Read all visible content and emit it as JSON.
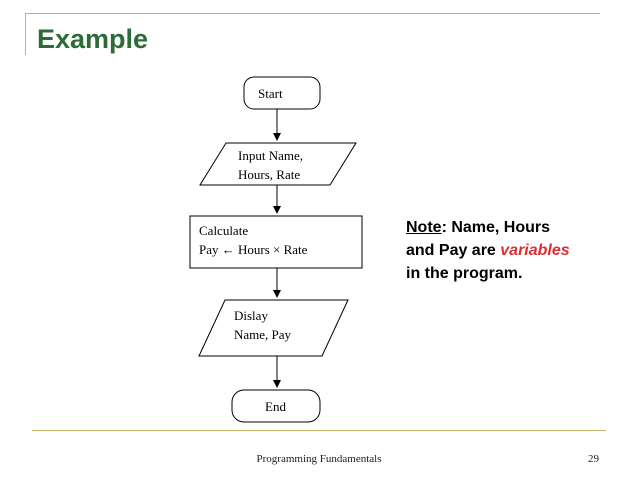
{
  "slide": {
    "title": "Example",
    "footer": "Programming Fundamentals",
    "page_number": "29"
  },
  "flowchart": {
    "start": "Start",
    "input": {
      "line1": "Input Name,",
      "line2": "Hours, Rate"
    },
    "process": {
      "line1": "Calculate",
      "line2": "Pay  ← Hours × Rate"
    },
    "output": {
      "line1": "Dislay",
      "line2": "Name, Pay"
    },
    "end": "End"
  },
  "note": {
    "label": "Note",
    "part1": ": Name, Hours",
    "part2": "and Pay are ",
    "highlight": "variables",
    "part3": "in the program."
  },
  "colors": {
    "title": "#2e6b3a",
    "rule": "#c8b464",
    "highlight": "#d93030"
  }
}
